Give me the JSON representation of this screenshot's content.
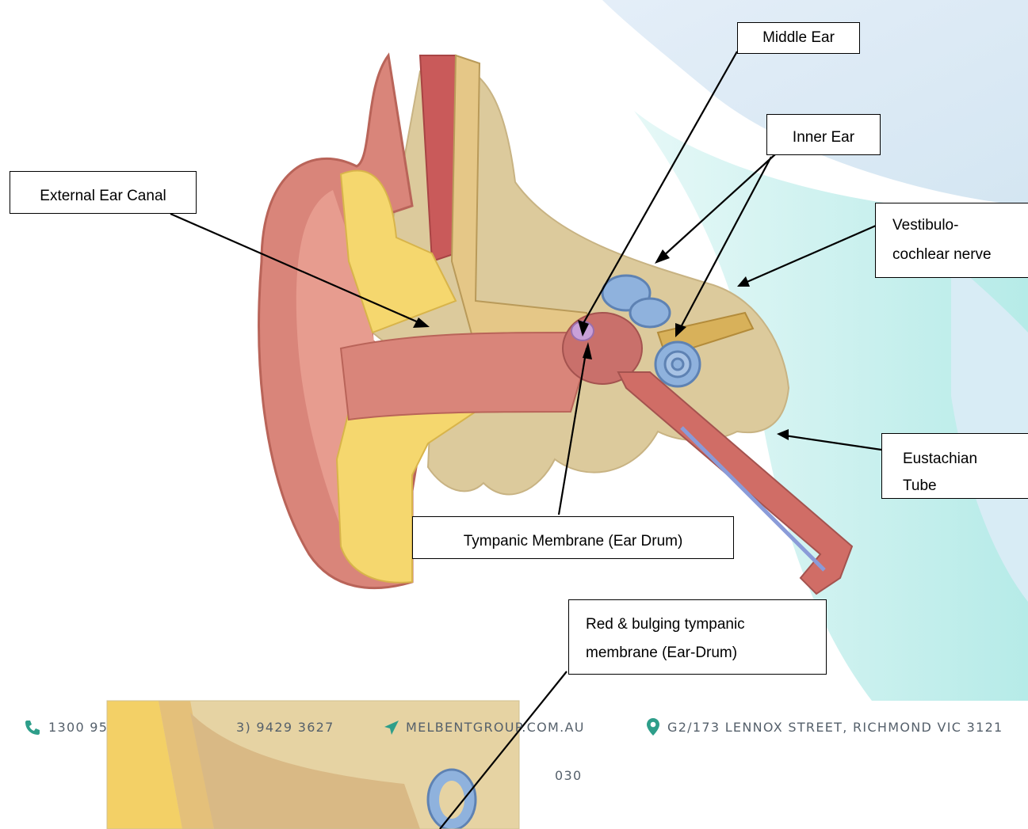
{
  "labels": {
    "middle_ear": "Middle Ear",
    "inner_ear": "Inner Ear",
    "external_ear_canal": "External Ear Canal",
    "vestibulocochlear_nerve_line1": "Vestibulo-",
    "vestibulocochlear_nerve_line2": "cochlear nerve",
    "eustachian_tube_line1": "Eustachian",
    "eustachian_tube_line2": "Tube",
    "tympanic_membrane": "Tympanic Membrane  (Ear Drum)",
    "red_bulging_line1": "Red & bulging tympanic",
    "red_bulging_line2": "membrane  (Ear-Drum)"
  },
  "footer": {
    "phone_partial": "1300 95",
    "fax_partial": "3) 9429 3627",
    "website": "MELBENTGROUP.COM.AU",
    "address": "G2/173 LENNOX STREET, RICHMOND VIC 3121",
    "partial_text": "030"
  },
  "colors": {
    "skin": "#d9857a",
    "cartilage": "#f5d76e",
    "bone": "#dbc9a0",
    "labyrinth": "#8fb2dd",
    "muscle": "#c95a5a",
    "nerve": "#d8b15a",
    "background_teal": "#bfeeea",
    "footer_text": "#55606b",
    "footer_icon": "#2e9e8a"
  }
}
